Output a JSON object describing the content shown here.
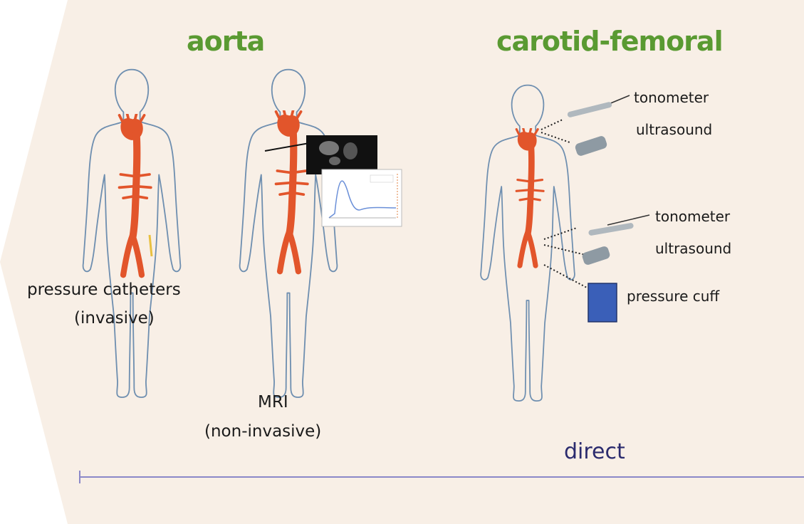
{
  "colors": {
    "background": "#f8efe6",
    "title_green": "#5a9a32",
    "direct_navy": "#2b2b6e",
    "body_outline": "#6f8fb0",
    "artery": "#e2552b",
    "cuff": "#3a5fb8",
    "device_gray": "#8e9aa3"
  },
  "titles": {
    "aorta": "aorta",
    "carotid_femoral": "carotid-femoral"
  },
  "aorta_labels": {
    "catheter_line1": "pressure catheters",
    "catheter_line2": "(invasive)",
    "mri_line1": "MRI",
    "mri_line2": "(non-invasive)"
  },
  "cf_labels": {
    "tonometer_top": "tonometer",
    "ultrasound_top": "ultrasound",
    "tonometer_bottom": "tonometer",
    "ultrasound_bottom": "ultrasound",
    "pressure_cuff": "pressure cuff"
  },
  "scale": {
    "direct": "direct"
  },
  "icons": [
    "human-body-outline",
    "aorta-artery",
    "mri-scan-image",
    "flow-curve-plot",
    "tonometer-probe",
    "ultrasound-probe",
    "pressure-cuff"
  ]
}
